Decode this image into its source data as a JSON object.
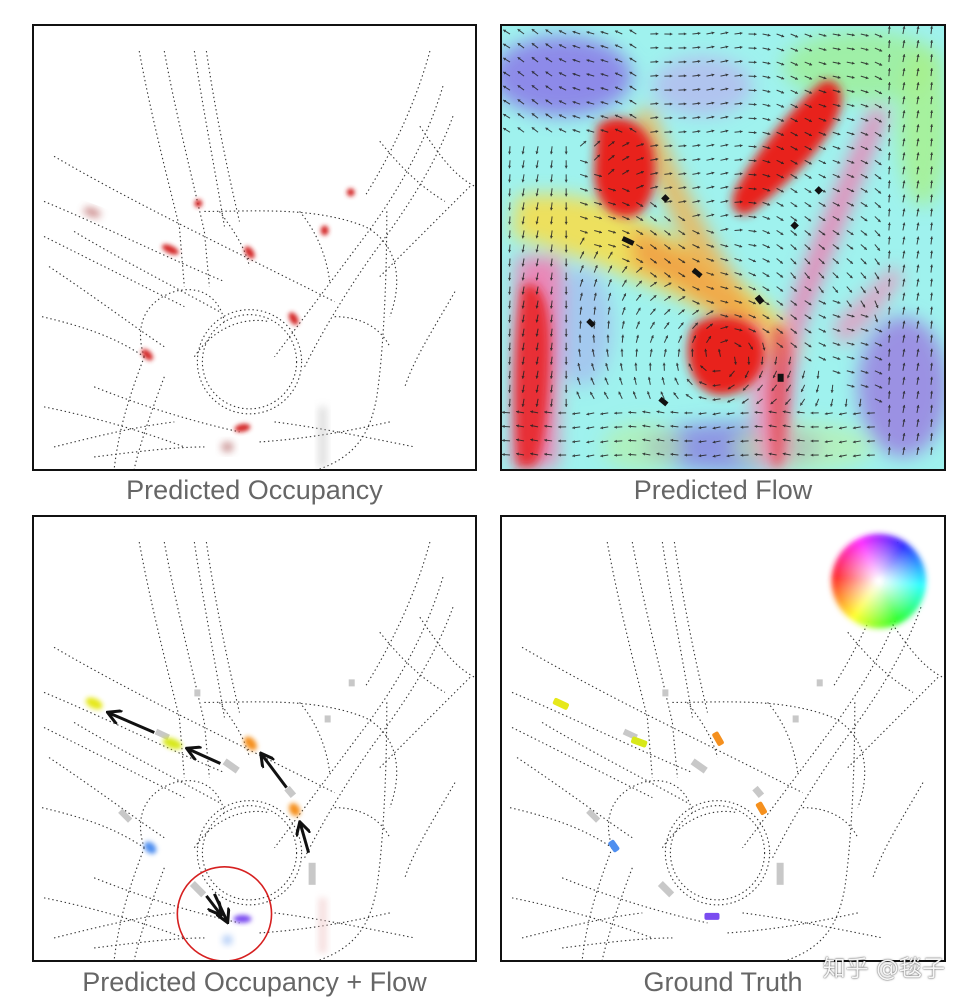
{
  "captions": {
    "occupancy": "Predicted Occupancy",
    "flow": "Predicted Flow",
    "occupancy_flow": "Predicted Occupancy + Flow",
    "ground_truth": "Ground Truth"
  },
  "watermark": "知乎 @毯子",
  "colors": {
    "occupancy_red": "#d42a2a",
    "flow_red": "#e8201c",
    "flow_cyan": "#7ff0ee",
    "flow_yellow": "#f2e25a",
    "flow_orange": "#f0a040",
    "flow_pink": "#f07fb0",
    "flow_violet": "#8f7fe8",
    "agent_yellow": "#e6e81a",
    "agent_orange": "#f5901e",
    "agent_blue": "#4f8ff0",
    "agent_violet": "#7a4cf0",
    "history_gray": "#c8c8c8",
    "highlight_circle": "#d62020"
  },
  "icons": {
    "flow_color_wheel": "color-wheel-icon",
    "flow_arrow": "arrow-icon"
  }
}
